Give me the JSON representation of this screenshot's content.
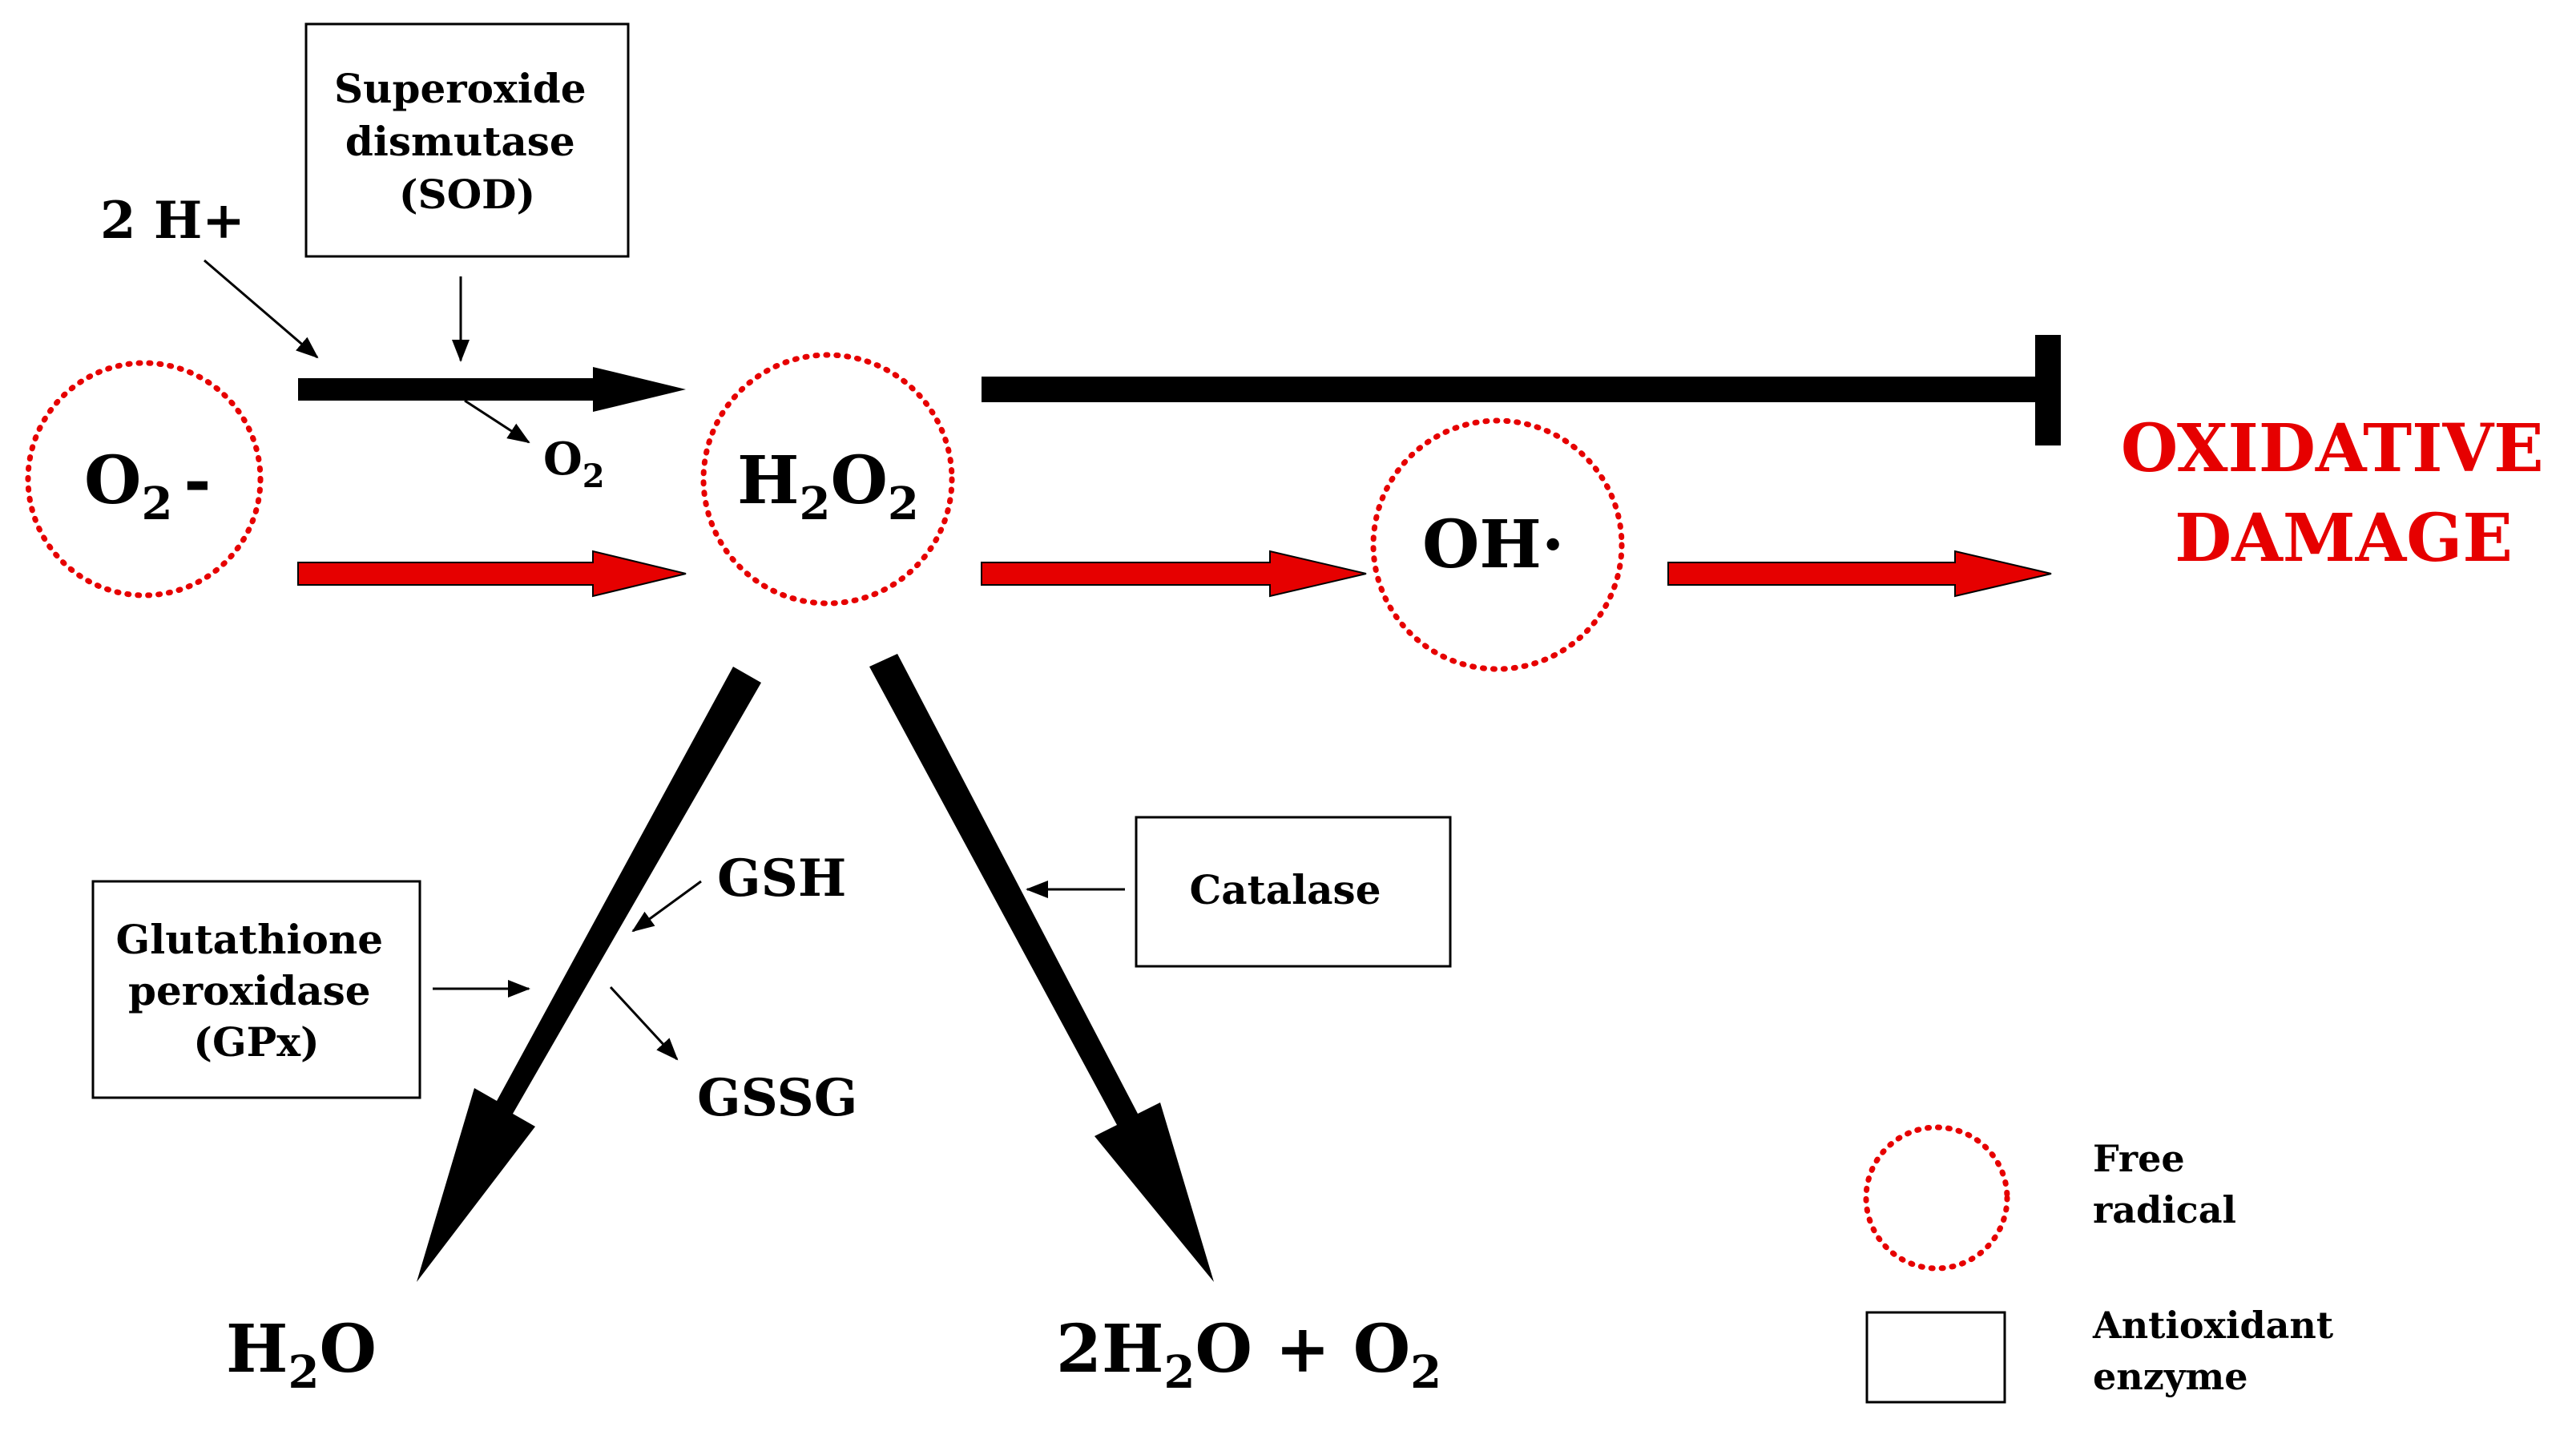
{
  "colors": {
    "radical_dot": "#e60000",
    "red_path": "#e60000",
    "antioxidant_path": "#000000",
    "damage_text": "#e60000"
  },
  "species": {
    "superoxide": {
      "main": "O",
      "sub": "2",
      "suffix": "-"
    },
    "hydrogen_peroxide": {
      "a": "H",
      "a_sub": "2",
      "b": "O",
      "b_sub": "2"
    },
    "hydroxyl": "OH·",
    "protons": "2 H+",
    "oxygen_product": {
      "main": "O",
      "sub": "2"
    },
    "gsh": "GSH",
    "gssg": "GSSG",
    "water": {
      "a": "H",
      "a_sub": "2",
      "b": "O"
    },
    "water_oxygen": {
      "a": "2H",
      "a_sub": "2",
      "b": "O + O",
      "b_sub": "2"
    }
  },
  "enzymes": {
    "sod": [
      "Superoxide",
      "dismutase",
      "(SOD)"
    ],
    "gpx": [
      "Glutathione",
      "peroxidase",
      "(GPx)"
    ],
    "catalase": [
      "Catalase"
    ]
  },
  "outcome": [
    "OXIDATIVE",
    "DAMAGE"
  ],
  "legend": {
    "free_radical": [
      "Free",
      "radical"
    ],
    "antioxidant_enzyme": [
      "Antioxidant",
      "enzyme"
    ]
  }
}
